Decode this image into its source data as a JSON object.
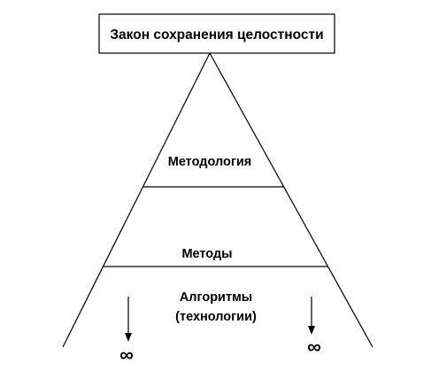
{
  "title": "Закон сохранения целостности",
  "levels": {
    "methodology": "Методология",
    "methods": "Методы",
    "algorithms_line1": "Алгоритмы",
    "algorithms_line2": "(технологии)"
  },
  "infinity_left": "∞",
  "infinity_right": "∞",
  "colors": {
    "stroke": "#000000",
    "text": "#000000",
    "background": "#ffffff"
  }
}
